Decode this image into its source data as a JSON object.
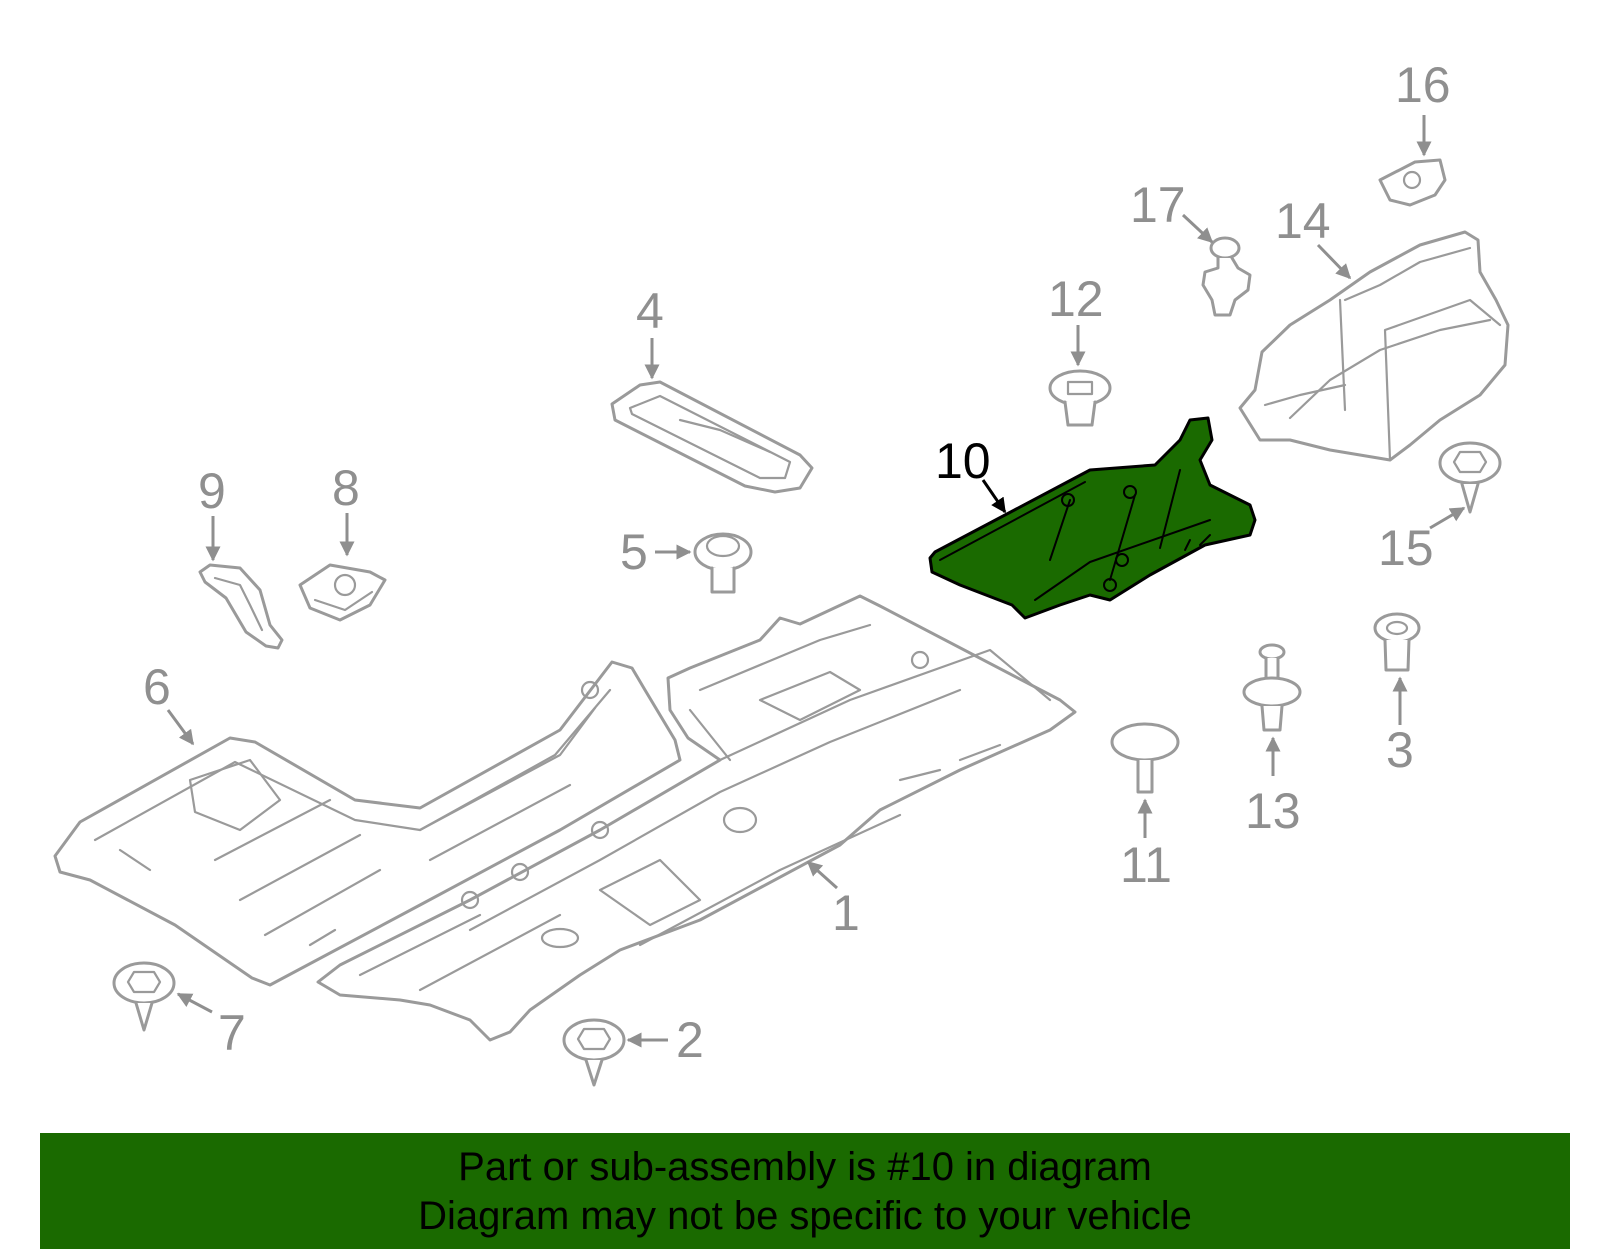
{
  "colors": {
    "highlight_fill": "#1a6a00",
    "banner_bg": "#1a6a00",
    "part_stroke": "#9a9a9a",
    "label_gray": "#8f8f8f"
  },
  "selected_part": "10",
  "callouts": {
    "p1": "1",
    "p2": "2",
    "p3": "3",
    "p4": "4",
    "p5": "5",
    "p6": "6",
    "p7": "7",
    "p8": "8",
    "p9": "9",
    "p10": "10",
    "p11": "11",
    "p12": "12",
    "p13": "13",
    "p14": "14",
    "p15": "15",
    "p16": "16",
    "p17": "17"
  },
  "banner": {
    "line1": "Part or sub-assembly is #10 in diagram",
    "line2": "Diagram may not be specific to your vehicle"
  }
}
